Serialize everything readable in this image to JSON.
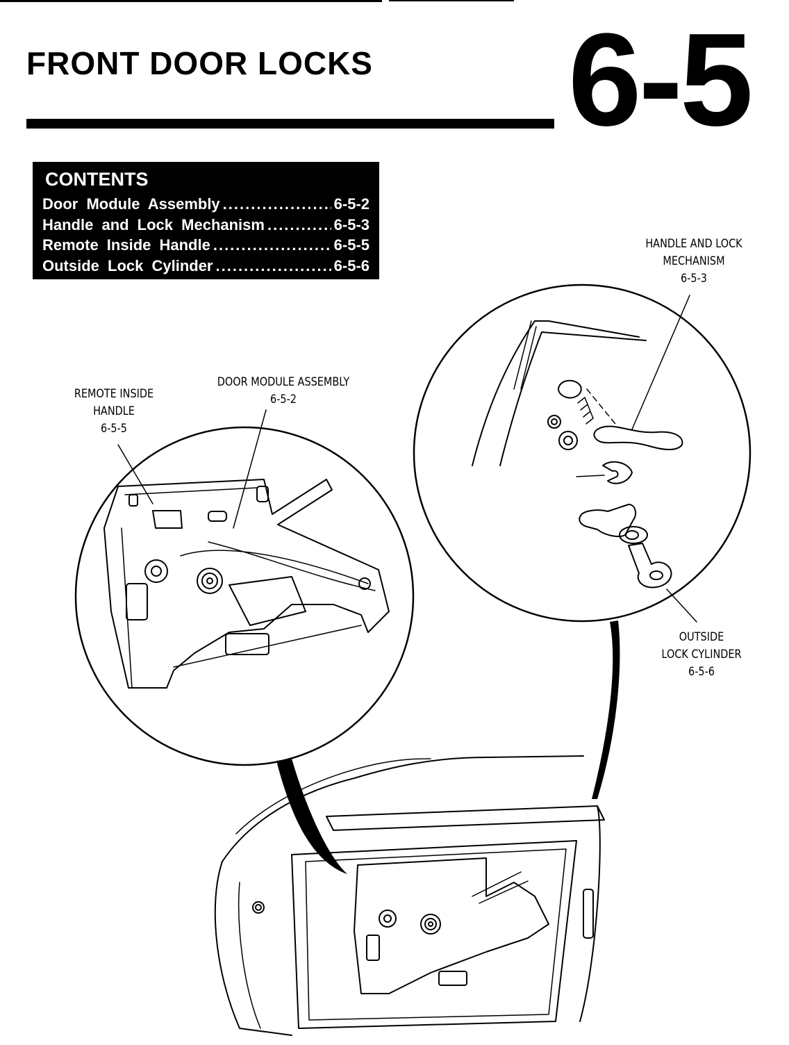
{
  "page": {
    "title": "FRONT DOOR LOCKS",
    "section_number": "6-5"
  },
  "contents": {
    "heading": "CONTENTS",
    "items": [
      {
        "label": "Door Module Assembly",
        "page": "6-5-2"
      },
      {
        "label": "Handle and Lock Mechanism",
        "page": "6-5-3"
      },
      {
        "label": "Remote Inside Handle",
        "page": "6-5-5"
      },
      {
        "label": "Outside Lock Cylinder",
        "page": "6-5-6"
      }
    ]
  },
  "callouts": {
    "handle_lock": {
      "line1": "HANDLE AND LOCK",
      "line2": "MECHANISM",
      "ref": "6-5-3"
    },
    "door_module": {
      "line1": "DOOR MODULE ASSEMBLY",
      "ref": "6-5-2"
    },
    "remote_handle": {
      "line1": "REMOTE INSIDE",
      "line2": "HANDLE",
      "ref": "6-5-5"
    },
    "outside_cylinder": {
      "line1": "OUTSIDE",
      "line2": "LOCK CYLINDER",
      "ref": "6-5-6"
    }
  }
}
